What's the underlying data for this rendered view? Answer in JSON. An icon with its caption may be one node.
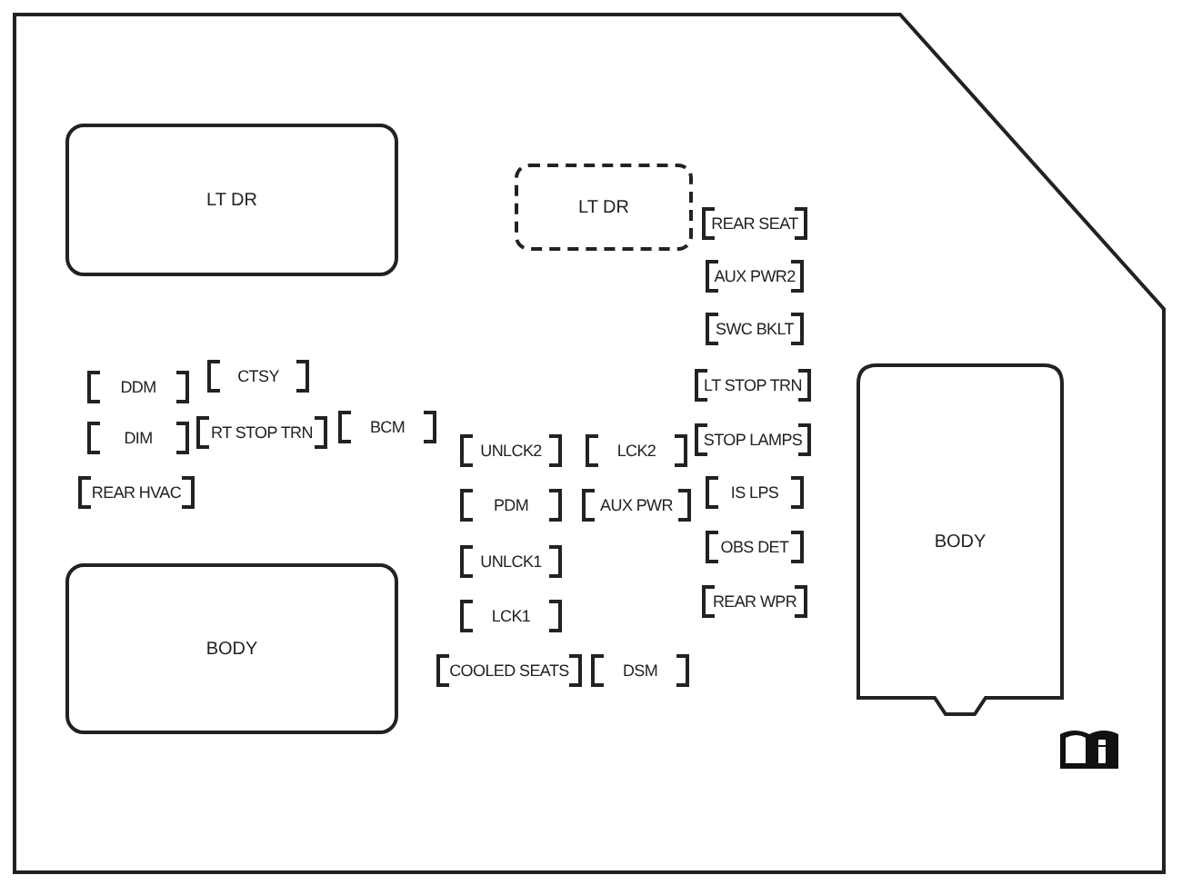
{
  "diagram": {
    "nodes": [
      {
        "text": [
          "LT DR"
        ]
      },
      {
        "text": [
          "LT DR"
        ]
      },
      {
        "text": [
          "REAR SEAT"
        ]
      },
      {
        "text": [
          "AUX PWR2"
        ]
      },
      {
        "text": [
          "SWC BKLT"
        ]
      },
      {
        "text": [
          "LT STOP TRN"
        ]
      },
      {
        "text": [
          "STOP LAMPS"
        ]
      },
      {
        "text": [
          "IS LPS"
        ]
      },
      {
        "text": [
          "OBS DET"
        ]
      },
      {
        "text": [
          "REAR WPR"
        ]
      },
      {
        "text": [
          "DDM"
        ]
      },
      {
        "text": [
          "CTSY"
        ]
      },
      {
        "text": [
          "DIM"
        ]
      },
      {
        "text": [
          "RT STOP TRN"
        ]
      },
      {
        "text": [
          "BCM"
        ]
      },
      {
        "text": [
          "REAR HVAC"
        ]
      },
      {
        "text": [
          "UNLCK2"
        ]
      },
      {
        "text": [
          "LCK2"
        ]
      },
      {
        "text": [
          "PDM"
        ]
      },
      {
        "text": [
          "AUX PWR"
        ]
      },
      {
        "text": [
          "UNLCK1"
        ]
      },
      {
        "text": [
          "LCK1"
        ]
      },
      {
        "text": [
          "COOLED SEATS"
        ]
      },
      {
        "text": [
          "DSM"
        ]
      },
      {
        "text": [
          "BODY"
        ]
      },
      {
        "text": [
          "BODY"
        ]
      }
    ],
    "edges": []
  }
}
